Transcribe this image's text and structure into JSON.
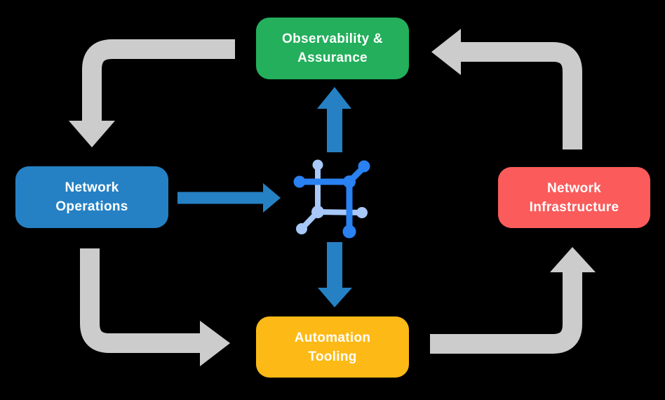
{
  "diagram": {
    "background": "#000000",
    "text_color": "#FFFFFF",
    "boxes": {
      "observability": {
        "line1": "Observability &",
        "line2": "Assurance",
        "color": "#23AF5B"
      },
      "operations": {
        "line1": "Network",
        "line2": "Operations",
        "color": "#2581C4"
      },
      "infrastructure": {
        "line1": "Network",
        "line2": "Infrastructure",
        "color": "#FB5B5B"
      },
      "automation": {
        "line1": "Automation",
        "line2": "Tooling",
        "color": "#FDB915"
      }
    },
    "arrows": {
      "cycle_color": "#CCCCCC",
      "center_color": "#2581C4"
    },
    "center_icon": {
      "name": "network-mesh-icon",
      "dark_color": "#2A81F1",
      "light_color": "#A7C8F8"
    }
  }
}
